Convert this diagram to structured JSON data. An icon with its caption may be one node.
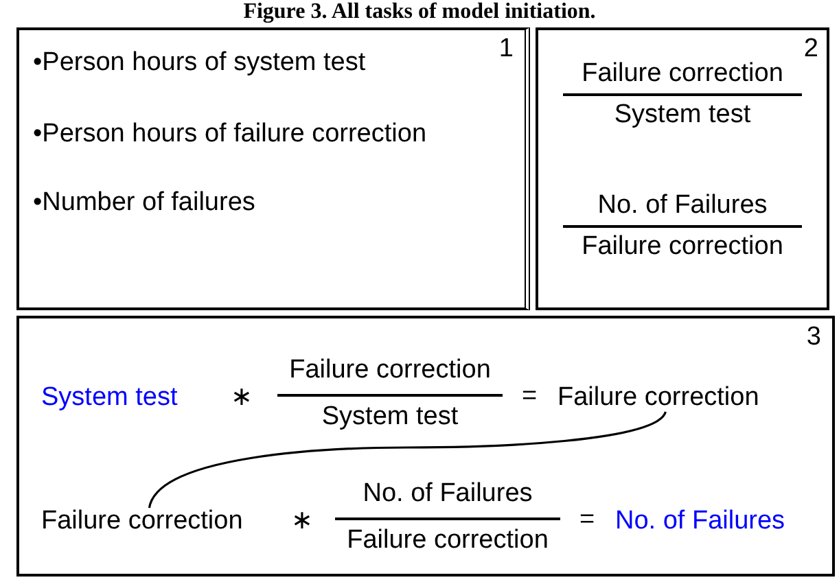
{
  "diagram": {
    "title": "Figure 3. All tasks of model initiation.",
    "nodes": [
      {
        "text": [
          "1",
          "•Person hours of system test",
          "•Person hours of failure correction",
          "•Number of failures"
        ]
      },
      {
        "text": [
          "2",
          "Failure correction",
          "System test",
          "No. of Failures",
          "Failure correction"
        ]
      },
      {
        "text": [
          "3",
          "System test",
          "∗",
          "Failure correction",
          "System test",
          "=",
          "∗",
          "No. of Failures",
          "Failure correction",
          "=",
          "No. of Failures"
        ]
      },
      {
        "text": [
          "Failure correction"
        ],
        "in": 2
      },
      {
        "text": [
          "Failure correction"
        ],
        "in": 2
      }
    ],
    "edges": [
      {
        "from": 3,
        "to": 4,
        "arrow": "none"
      }
    ]
  }
}
